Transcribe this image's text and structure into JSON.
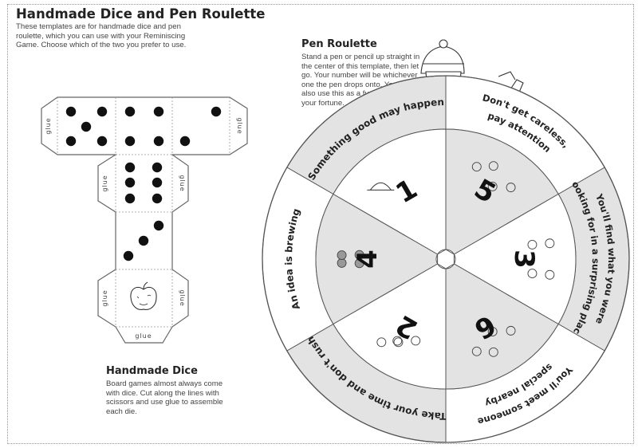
{
  "header": {
    "title": "Handmade Dice and Pen Roulette",
    "intro": "These templates are for handmade dice and pen roulette, which you can use with your Reminiscing Game. Choose which of the two you prefer to use."
  },
  "dice": {
    "title": "Handmade Dice",
    "description": "Board games almost always come with dice. Cut along the lines with scissors and use glue to assemble each die.",
    "glue_label": "glue",
    "faces": [
      5,
      4,
      2,
      6,
      3,
      "apple"
    ]
  },
  "roulette": {
    "title": "Pen Roulette",
    "description": "Stand a pen or pencil up straight in the center of this template, then let go. Your number will be whichever one the pen drops onto. You can also use this as a fun way to tell your fortune.",
    "segments": [
      {
        "number": "1",
        "fortune": [
          "Something good may happen"
        ],
        "icon": "hat-icon"
      },
      {
        "number": "5",
        "fortune": [
          "Don't get careless,",
          "pay attention"
        ],
        "icon": "butterfly-icon"
      },
      {
        "number": "3",
        "fortune": [
          "You'll find what you were",
          "looking for in a surprising place"
        ],
        "icon": "bird-icon"
      },
      {
        "number": "6",
        "fortune": [
          "You'll meet someone",
          "special nearby"
        ],
        "icon": "acorn-icon"
      },
      {
        "number": "2",
        "fortune": [
          "Take your time and don't rush"
        ],
        "icon": "tree-icon"
      },
      {
        "number": "4",
        "fortune": [
          "An idea is brewing"
        ],
        "icon": "clover-icon"
      }
    ],
    "colors": {
      "shade": "#e3e3e3",
      "line": "#555555"
    }
  }
}
